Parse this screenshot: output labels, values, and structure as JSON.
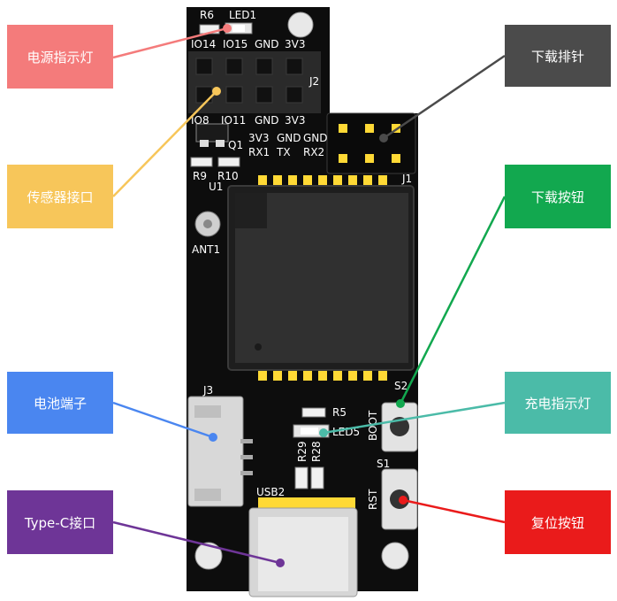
{
  "callouts": {
    "power_led": {
      "text": "电源指示灯",
      "color": "#f47b7b"
    },
    "sensor_port": {
      "text": "传感器接口",
      "color": "#f7c65a"
    },
    "battery_terminal": {
      "text": "电池端子",
      "color": "#4a86f0"
    },
    "typec_port": {
      "text": "Type-C接口",
      "color": "#6e3597"
    },
    "download_header": {
      "text": "下载排针",
      "color": "#4b4b4b"
    },
    "download_button": {
      "text": "下载按钮",
      "color": "#12a84f"
    },
    "charge_led": {
      "text": "充电指示灯",
      "color": "#4bbba8"
    },
    "reset_button": {
      "text": "复位按钮",
      "color": "#ea1b1b"
    }
  },
  "silkscreen": {
    "r6": "R6",
    "led1": "LED1",
    "io14": "IO14",
    "io15": "IO15",
    "gnd_a": "GND",
    "v33_a": "3V3",
    "j2": "J2",
    "io8": "IO8",
    "io11": "IO11",
    "gnd_b": "GND",
    "v33_b": "3V3",
    "q1": "Q1",
    "v33_c": "3V3",
    "gnd_c": "GND",
    "gnd_d": "GND",
    "rx1": "RX1",
    "tx": "TX",
    "rx2": "RX2",
    "r9": "R9",
    "r10": "R10",
    "u1": "U1",
    "j1": "J1",
    "ant1": "ANT1",
    "j3": "J3",
    "r5": "R5",
    "led5": "LED5",
    "s2": "S2",
    "boot": "BOOT",
    "s1": "S1",
    "rst": "RST",
    "r29": "R29",
    "r28": "R28",
    "usb2": "USB2"
  }
}
